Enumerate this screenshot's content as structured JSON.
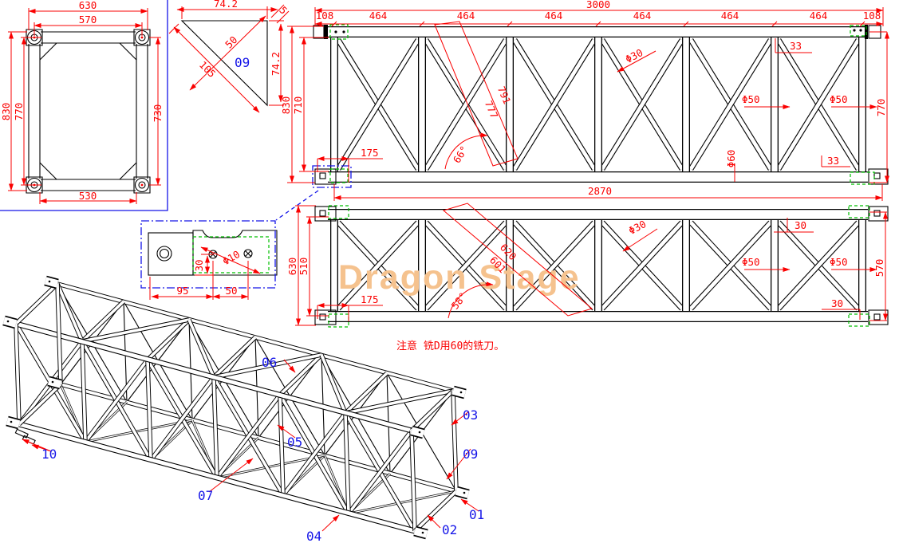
{
  "colors": {
    "geometry": "#000000",
    "dimension": "#fa0000",
    "part_label": "#1515e8",
    "highlight_green": "#00bf00",
    "callout_blue": "#1515e8",
    "background": "#ffffff"
  },
  "watermark": {
    "text": "Dragon Stage",
    "color": "#f5c28e"
  },
  "note": {
    "text": "注意 铣D用60的铣刀。"
  },
  "section_view": {
    "dim_top_outer": "630",
    "dim_top_inner": "570",
    "dim_left_outer": "830",
    "dim_left_inner": "770",
    "dim_right": "730",
    "dim_bottom": "530"
  },
  "gusset_view": {
    "dim_top": "74.2",
    "dim_corner": "5",
    "dim_hole_offset": "50",
    "dim_right": "74.2",
    "dim_hypotenuse": "105",
    "part_label": "09"
  },
  "truss_side_top": {
    "dim_total": "3000",
    "dim_end_left": "108",
    "dim_bay": "464",
    "dim_end_right": "108",
    "dim_height_outer": "830",
    "dim_height_inner": "710",
    "dim_height_right": "770",
    "dim_bottom_span": "2870",
    "dim_plate_offset": "175",
    "dim_brace_outer": "791",
    "dim_brace_inner": "777",
    "angle": "66°",
    "callout_brace": "Φ30",
    "callout_chord_1": "Φ50",
    "callout_chord_2": "Φ50",
    "callout_post": "Φ60",
    "dim_lug_top": "33",
    "dim_lug_bottom": "33"
  },
  "truss_side_mid": {
    "dim_height_outer": "630",
    "dim_height_inner": "510",
    "dim_height_right": "570",
    "dim_plate_offset": "175",
    "dim_brace_outer": "620",
    "dim_brace_inner": "601",
    "angle": "58°",
    "callout_brace": "Φ30",
    "callout_chord_1": "Φ50",
    "callout_chord_2": "Φ50",
    "dim_lug_top": "30",
    "dim_lug_bottom": "30"
  },
  "connector_detail": {
    "dim_hole_height": "30",
    "dim_left": "95",
    "dim_right": "50",
    "callout_hole": "Φ10"
  },
  "iso_view": {
    "labels": {
      "l01": "01",
      "l02": "02",
      "l03": "03",
      "l04": "04",
      "l05": "05",
      "l06": "06",
      "l07": "07",
      "l09": "09",
      "l10": "10"
    }
  }
}
